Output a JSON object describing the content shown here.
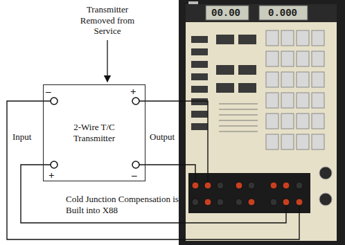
{
  "diagram": {
    "nodes": [
      {
        "text": [
          "2-Wire T/C Transmitter"
        ]
      }
    ],
    "labels": [
      "Transmitter Removed from Service",
      "Input",
      "Output",
      "Cold Junction Compensation is Built into X88",
      "–",
      "+",
      "+",
      "–",
      "00.00",
      "0.000"
    ]
  }
}
